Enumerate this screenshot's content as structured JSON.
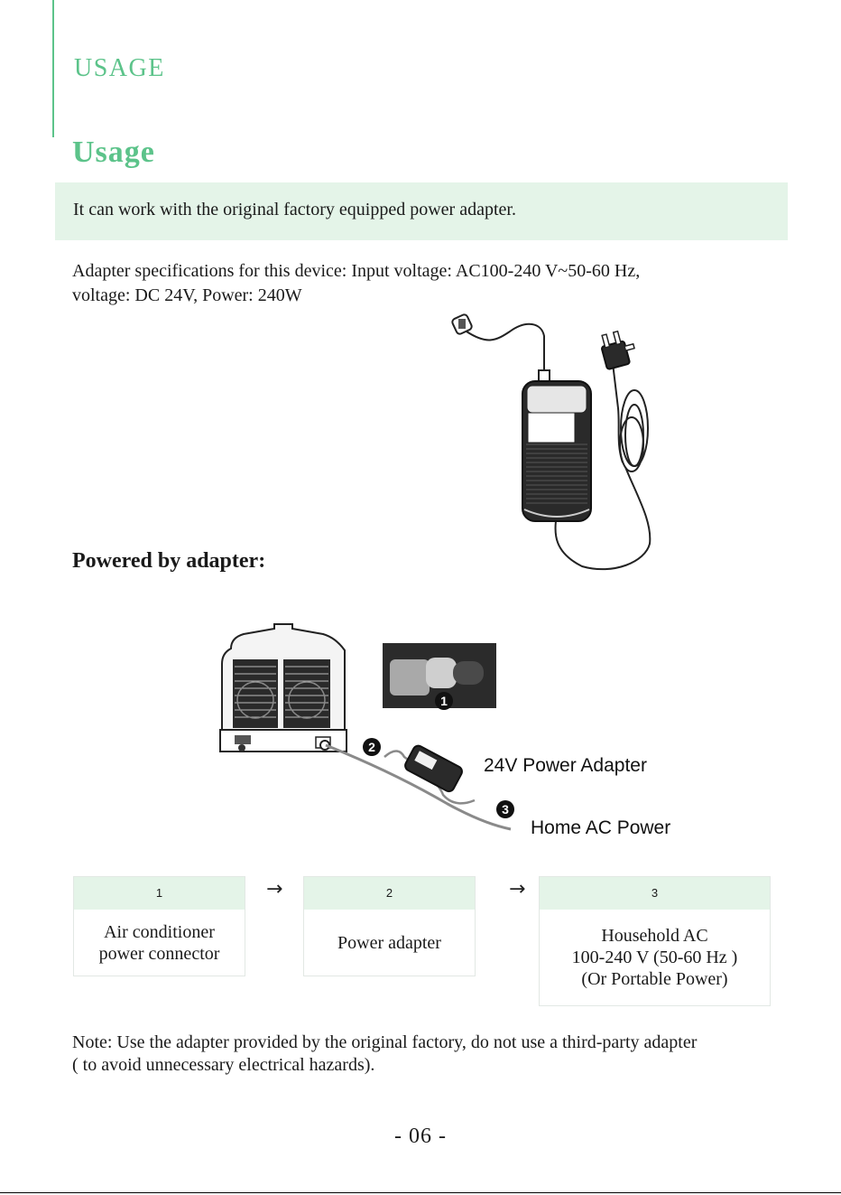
{
  "header": {
    "label": "USAGE"
  },
  "section": {
    "title": "Usage"
  },
  "note_band": {
    "text": "It can work with the original factory equipped power adapter."
  },
  "spec": {
    "line1": "Adapter specifications for this device: Input voltage: AC100-240 V~50-60 Hz,",
    "line2": "voltage: DC 24V,  Power: 240W"
  },
  "powered_heading": "Powered by adapter:",
  "diagram": {
    "callouts": [
      "1",
      "2",
      "3"
    ],
    "label_adapter": "24V Power Adapter",
    "label_ac": "Home AC Power"
  },
  "steps": [
    {
      "number": "1",
      "text": "Air conditioner\npower connector"
    },
    {
      "number": "2",
      "text": "Power adapter"
    },
    {
      "number": "3",
      "text": "Household AC\n100-240 V (50-60 Hz )\n(Or Portable Power)"
    }
  ],
  "arrows": [
    "→",
    "→"
  ],
  "footnote": {
    "line1": "Note: Use the adapter provided by the original factory, do not use a third-party adapter",
    "line2": "( to avoid unnecessary electrical hazards)."
  },
  "page_number": "- 06 -",
  "colors": {
    "accent": "#5cc38a",
    "band": "#e4f4e8"
  }
}
